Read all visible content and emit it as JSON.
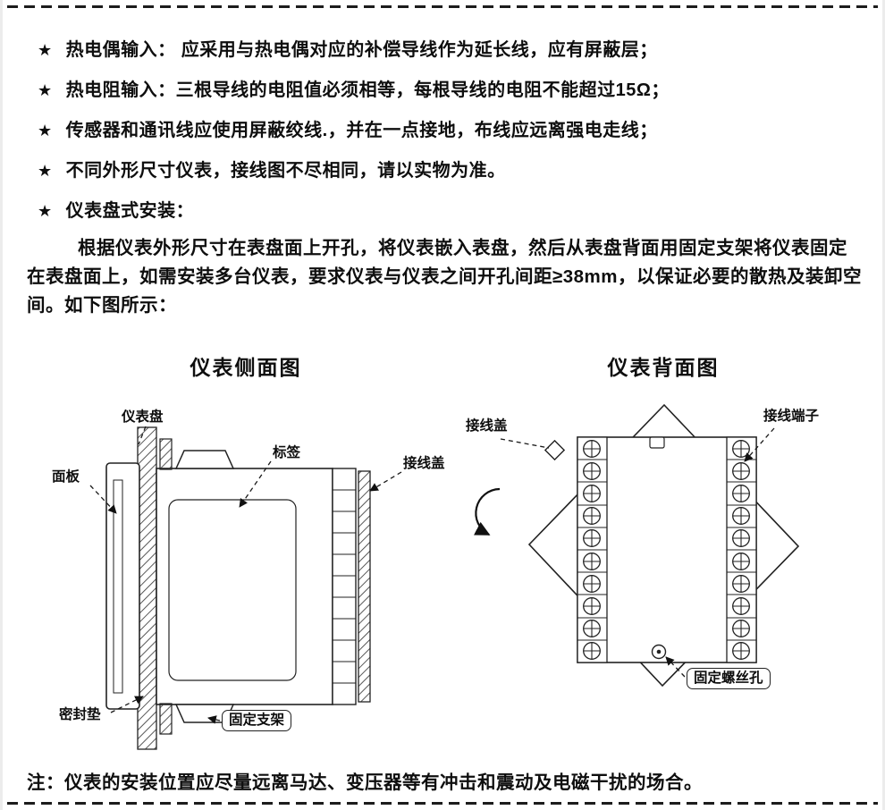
{
  "page": {
    "star": "★",
    "bullets": [
      "热电偶输入： 应采用与热电偶对应的补偿导线作为延长线，应有屏蔽层；",
      "热电阻输入：三根导线的电阻值必须相等，每根导线的电阻不能超过15Ω；",
      "传感器和通讯线应使用屏蔽绞线.，并在一点接地，布线应远离强电走线；",
      "不同外形尺寸仪表，接线图不尽相同，请以实物为准。",
      "仪表盘式安装："
    ],
    "paragraph": "根据仪表外形尺寸在表盘面上开孔，将仪表嵌入表盘，然后从表盘背面用固定支架将仪表固定在表盘面上，如需安装多台仪表，要求仪表与仪表之间开孔间距≥38mm，以保证必要的散热及装卸空间。如下图所示：",
    "note": "注：仪表的安装位置应尽量远离马达、变压器等有冲击和震动及电磁干扰的场合。"
  },
  "side_diagram": {
    "title": "仪表侧面图",
    "labels": {
      "panel_board": "仪表盘",
      "tag": "标签",
      "wiring_cover": "接线盖",
      "front_panel": "面板",
      "gasket": "密封垫",
      "bracket": "固定支架"
    }
  },
  "back_diagram": {
    "title": "仪表背面图",
    "labels": {
      "wiring_cover": "接线盖",
      "terminals": "接线端子",
      "screw_hole": "固定螺丝孔"
    }
  },
  "colors": {
    "ink": "#111111"
  }
}
